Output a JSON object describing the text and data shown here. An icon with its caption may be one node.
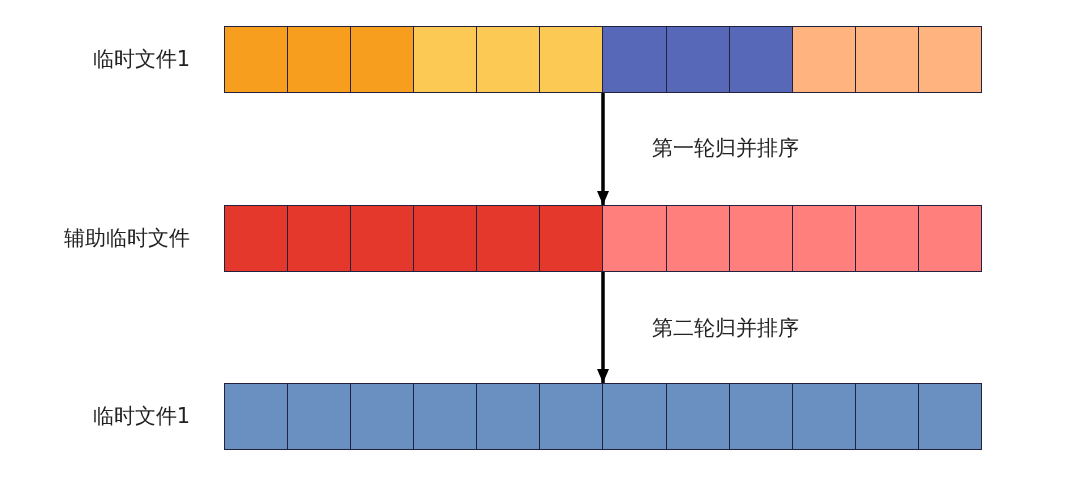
{
  "diagram": {
    "nodes": [
      {
        "text": [
          "临时文件1"
        ]
      },
      {
        "text": [
          "辅助临时文件"
        ]
      },
      {
        "text": [
          "临时文件1"
        ]
      }
    ],
    "edges": [
      {
        "from": 0,
        "to": 1,
        "arrow": "to",
        "label": "第一轮归并排序"
      },
      {
        "from": 1,
        "to": 2,
        "arrow": "to",
        "label": "第二轮归并排序"
      }
    ]
  }
}
